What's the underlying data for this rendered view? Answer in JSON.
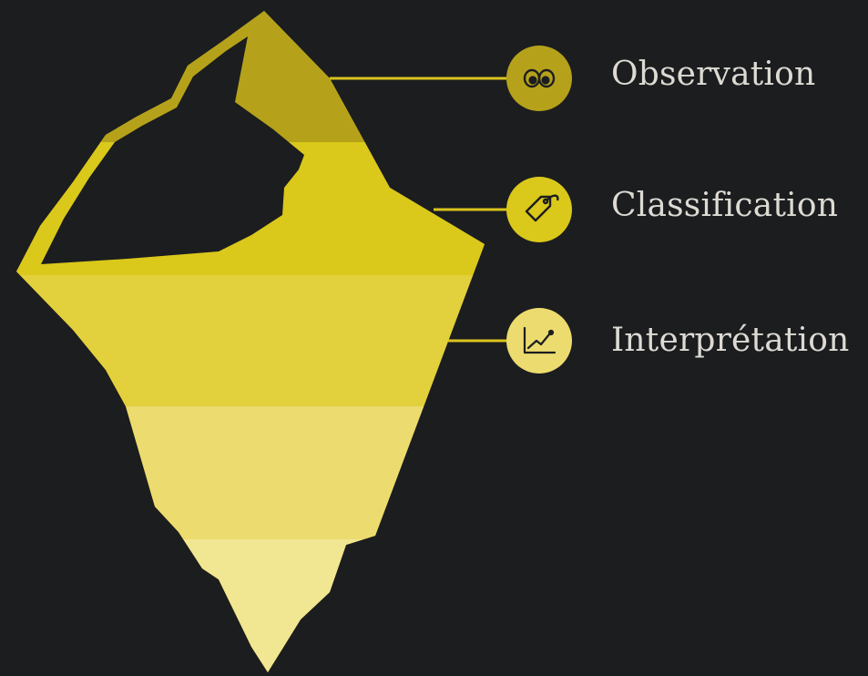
{
  "colors": {
    "background": "#1c1d1f",
    "outline": "#d8c319",
    "band_1": "#b5a21a",
    "band_2": "#dac81b",
    "band_3": "#e2d03d",
    "band_4": "#ecdb6e",
    "band_5": "#f1e692",
    "cavity": "#1c1d1f",
    "connector": "#d9c41d",
    "icon_stroke": "#1c1d1f",
    "label_text": "#dcdad3"
  },
  "levels": [
    {
      "label": "Observation",
      "icon": "eyes-icon",
      "badge_color": "#b5a21a"
    },
    {
      "label": "Classification",
      "icon": "tag-icon",
      "badge_color": "#dac81b"
    },
    {
      "label": "Interprétation",
      "icon": "line-chart-icon",
      "badge_color": "#ecdb6e"
    }
  ]
}
